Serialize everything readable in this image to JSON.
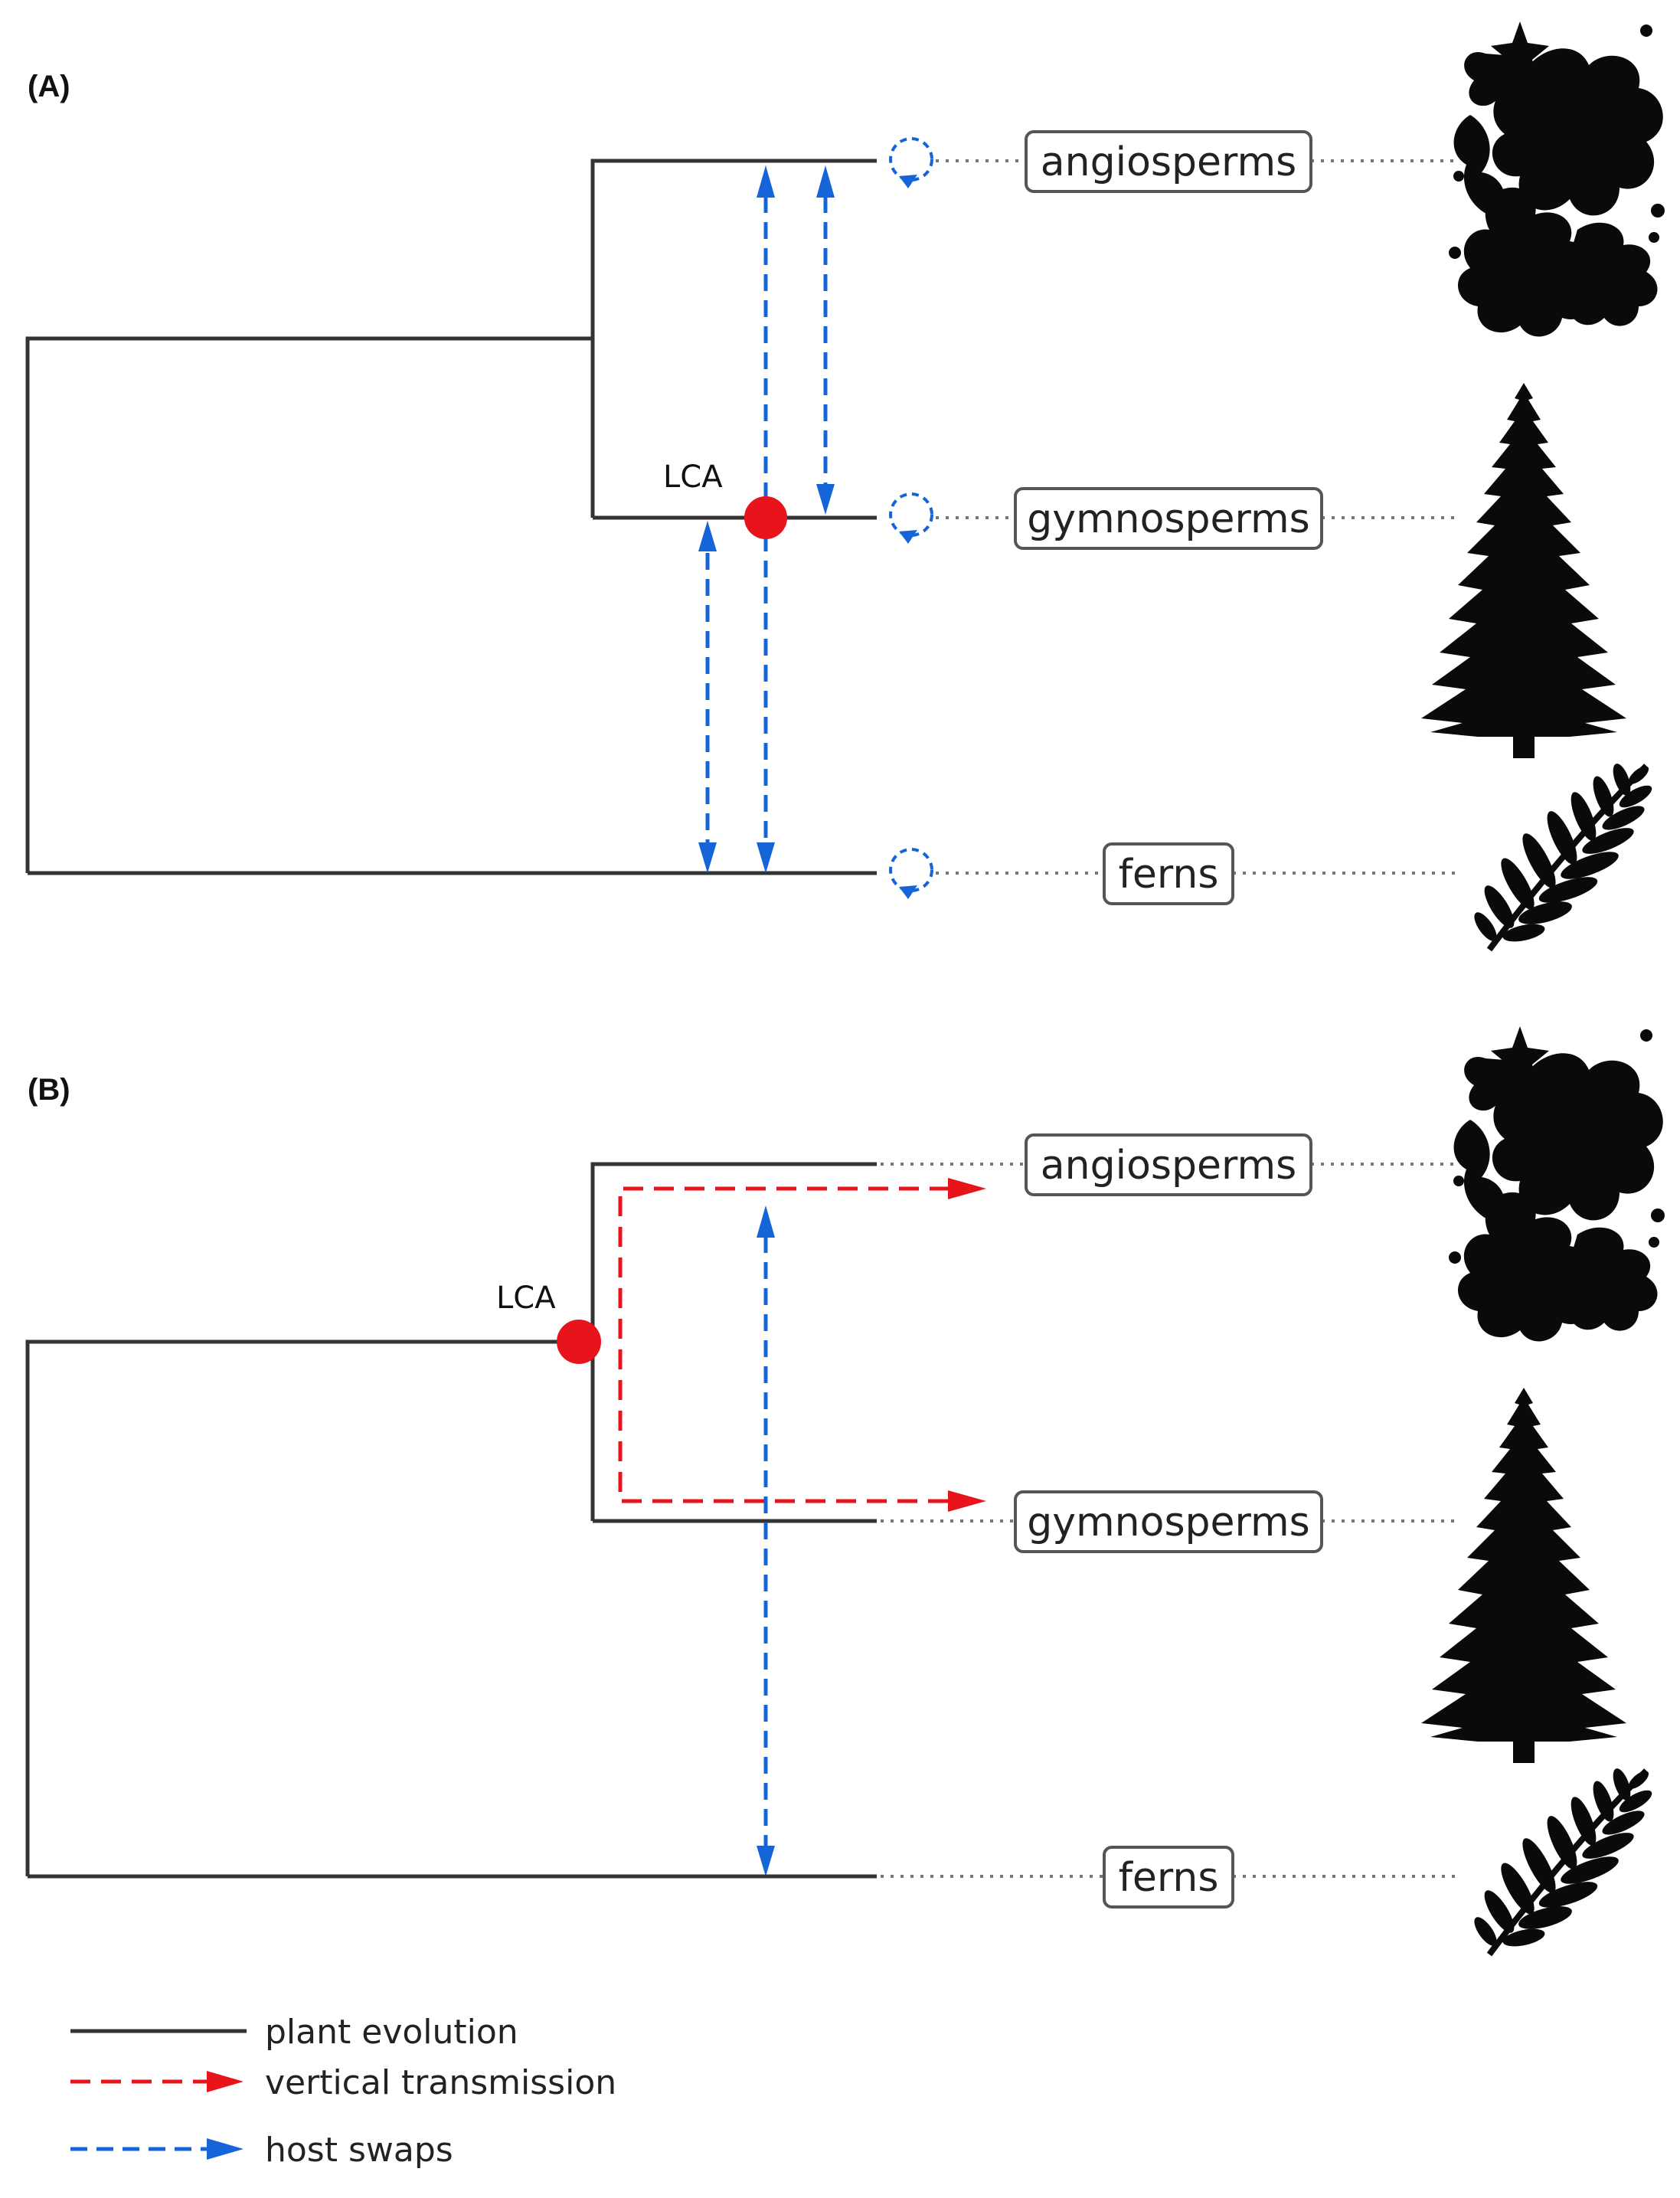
{
  "panel_a": {
    "label": "(A)",
    "lca_label": "LCA",
    "taxa": [
      "angiosperms",
      "gymnosperms",
      "ferns"
    ]
  },
  "panel_b": {
    "label": "(B)",
    "lca_label": "LCA",
    "taxa": [
      "angiosperms",
      "gymnosperms",
      "ferns"
    ]
  },
  "legend": {
    "plant_evolution": "plant evolution",
    "vertical_transmission": "vertical transmission",
    "host_swaps": "host swaps"
  },
  "colors": {
    "tree": "#333333",
    "host_swaps": "#1565d8",
    "vertical_transmission": "#e8141c",
    "lca_node": "#e8141c"
  },
  "icons": {
    "angiosperms": "flower-silhouette-icon",
    "gymnosperms": "conifer-tree-silhouette-icon",
    "ferns": "fern-frond-silhouette-icon"
  }
}
